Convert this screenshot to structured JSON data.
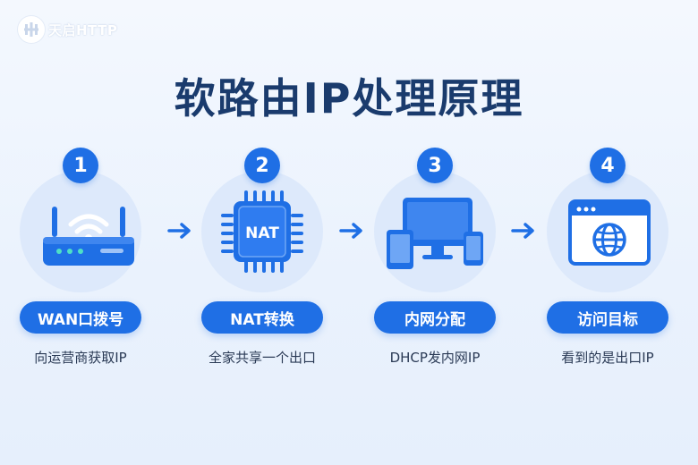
{
  "brand": {
    "name": "天启HTTP"
  },
  "title": "软路由IP处理原理",
  "steps": [
    {
      "number": "1",
      "label": "WAN口拨号",
      "description": "向运营商获取IP",
      "icon": "router-icon"
    },
    {
      "number": "2",
      "label": "NAT转换",
      "description": "全家共享一个出口",
      "icon": "nat-chip-icon",
      "chip_text": "NAT"
    },
    {
      "number": "3",
      "label": "内网分配",
      "description": "DHCP发内网IP",
      "icon": "devices-icon"
    },
    {
      "number": "4",
      "label": "访问目标",
      "description": "看到的是出口IP",
      "icon": "browser-globe-icon"
    }
  ],
  "colors": {
    "accent": "#1f6fe5",
    "title": "#1a3b6d",
    "circle": "#dde9fb"
  }
}
